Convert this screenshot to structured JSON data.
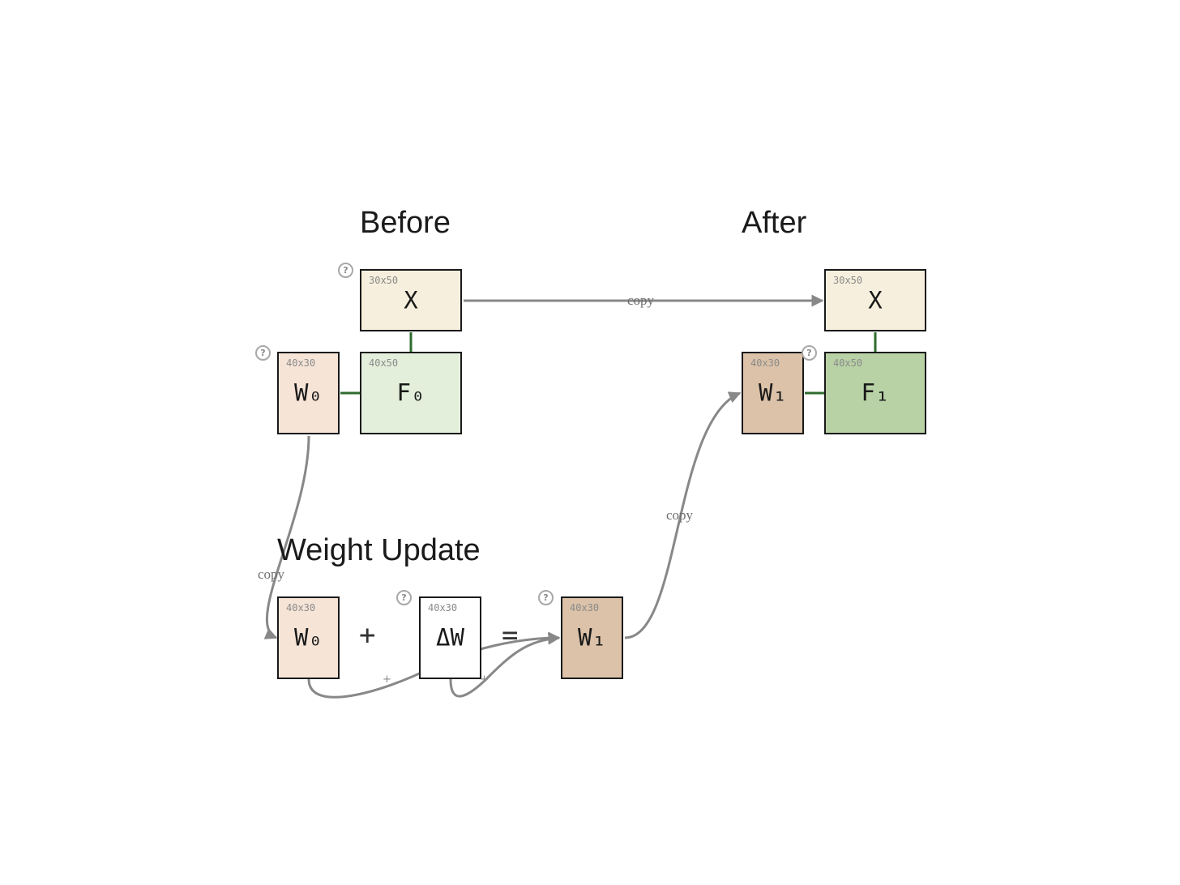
{
  "sections": {
    "before": "Before",
    "after": "After",
    "weight_update": "Weight Update"
  },
  "colors": {
    "x_fill": "#f7efdd",
    "w0_fill": "#f6e4d7",
    "f0_fill": "#e3efdb",
    "w1_fill": "#dbc2a8",
    "f1_fill": "#b8d2a6",
    "dw_fill": "#ffffff",
    "link": "#2e6b2e",
    "arrow": "#888888"
  },
  "matrices": {
    "before_x": {
      "label": "X",
      "dims": "30x50"
    },
    "before_w0": {
      "label": "W₀",
      "dims": "40x30"
    },
    "before_f0": {
      "label": "F₀",
      "dims": "40x50"
    },
    "after_x": {
      "label": "X",
      "dims": "30x50"
    },
    "after_w1": {
      "label": "W₁",
      "dims": "40x30"
    },
    "after_f1": {
      "label": "F₁",
      "dims": "40x50"
    },
    "update_w0": {
      "label": "W₀",
      "dims": "40x30"
    },
    "update_dw": {
      "label": "ΔW",
      "dims": "40x30"
    },
    "update_w1": {
      "label": "W₁",
      "dims": "40x30"
    }
  },
  "operators": {
    "plus": "+",
    "equals": "="
  },
  "edge_labels": {
    "copy_x": "copy",
    "copy_w0": "copy",
    "copy_w1": "copy",
    "plus_a": "+",
    "plus_b": "+"
  },
  "help_icon": {
    "name": "question-circle-icon",
    "glyph": "?"
  }
}
